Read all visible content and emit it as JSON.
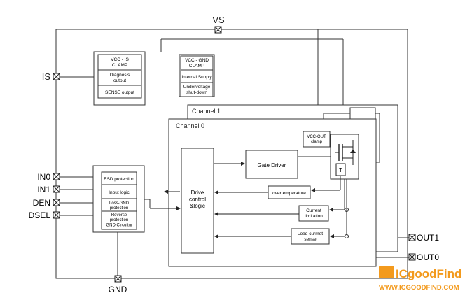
{
  "pins": {
    "vs": "VS",
    "is": "IS",
    "in0": "IN0",
    "in1": "IN1",
    "den": "DEN",
    "dsel": "DSEL",
    "gnd": "GND",
    "out1": "OUT1",
    "out0": "OUT0"
  },
  "blocks": {
    "vcc_is_clamp": "VCC - IS CLAMP",
    "diagnosis_output": "Diagnosis output",
    "sense_output": "SENSE output",
    "vcc_gnd_clamp": "VCC - GND CLAMP",
    "internal_supply": "Internal Supply",
    "undervoltage": "Undervoltage shut-down",
    "esd_protection": "ESD protection",
    "input_logic": "Input logic",
    "loss_gnd": "Loss-GND protection",
    "reverse_protection": "Reverse protection GND Circuitry",
    "channel1": "Channel 1",
    "channel0": "Channel 0",
    "drive_control": "Drive control &logic",
    "gate_driver": "Gate Driver",
    "vcc_out_clamp": "VCC-OUT clamp",
    "temp_sensor": "T",
    "overtemperature": "overtemperature",
    "current_limitation": "Current limitation",
    "load_current_sense": "Load curmet sense"
  },
  "watermark": {
    "brand": "ICgoodFind",
    "url": "WWW.ICGOODFIND.COM",
    "color": "#f39a1d"
  }
}
